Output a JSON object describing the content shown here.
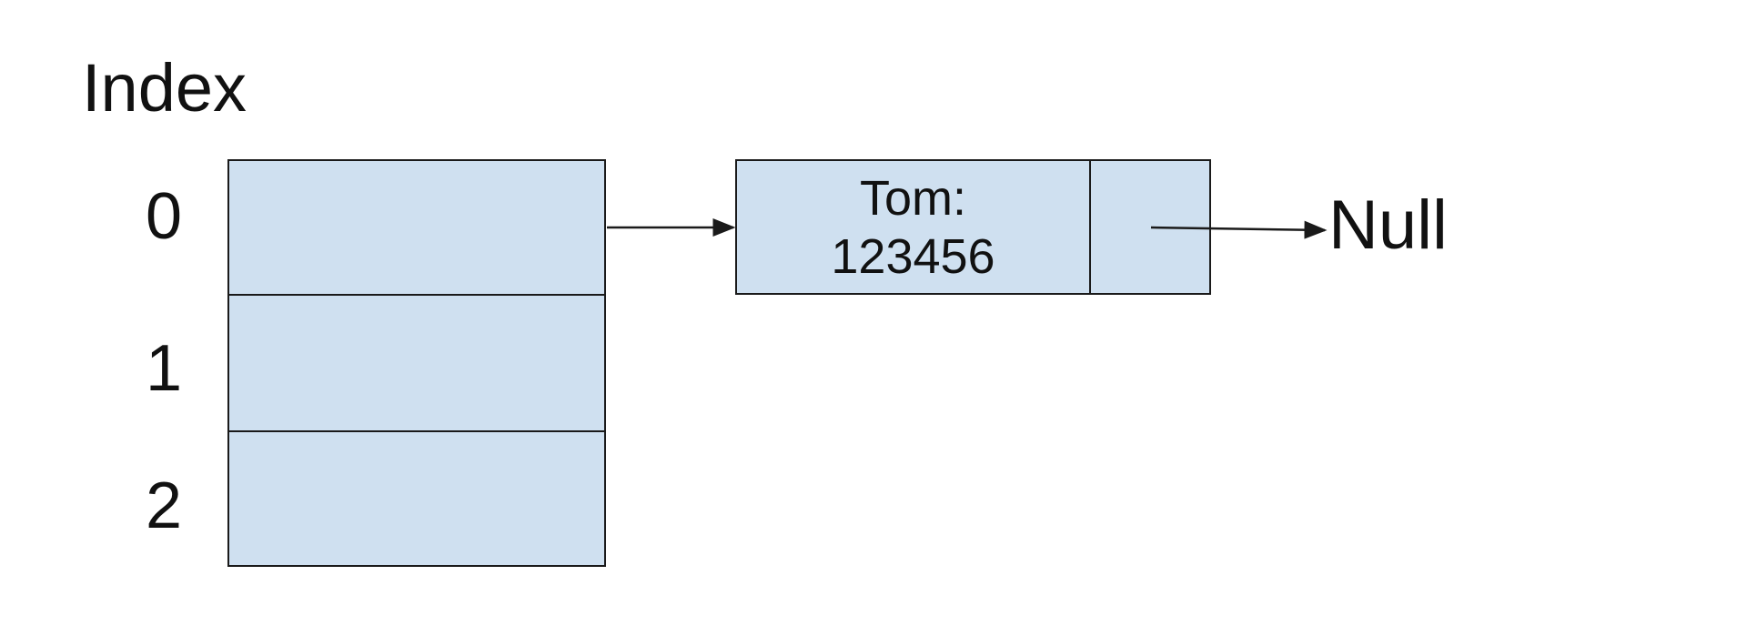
{
  "diagram": {
    "title": "Index",
    "indices": [
      "0",
      "1",
      "2"
    ],
    "node": {
      "key": "Tom:",
      "value": "123456"
    },
    "terminal": "Null",
    "colors": {
      "cell_fill": "#cfe0f0",
      "stroke": "#1a1a1a",
      "text": "#111111"
    }
  }
}
